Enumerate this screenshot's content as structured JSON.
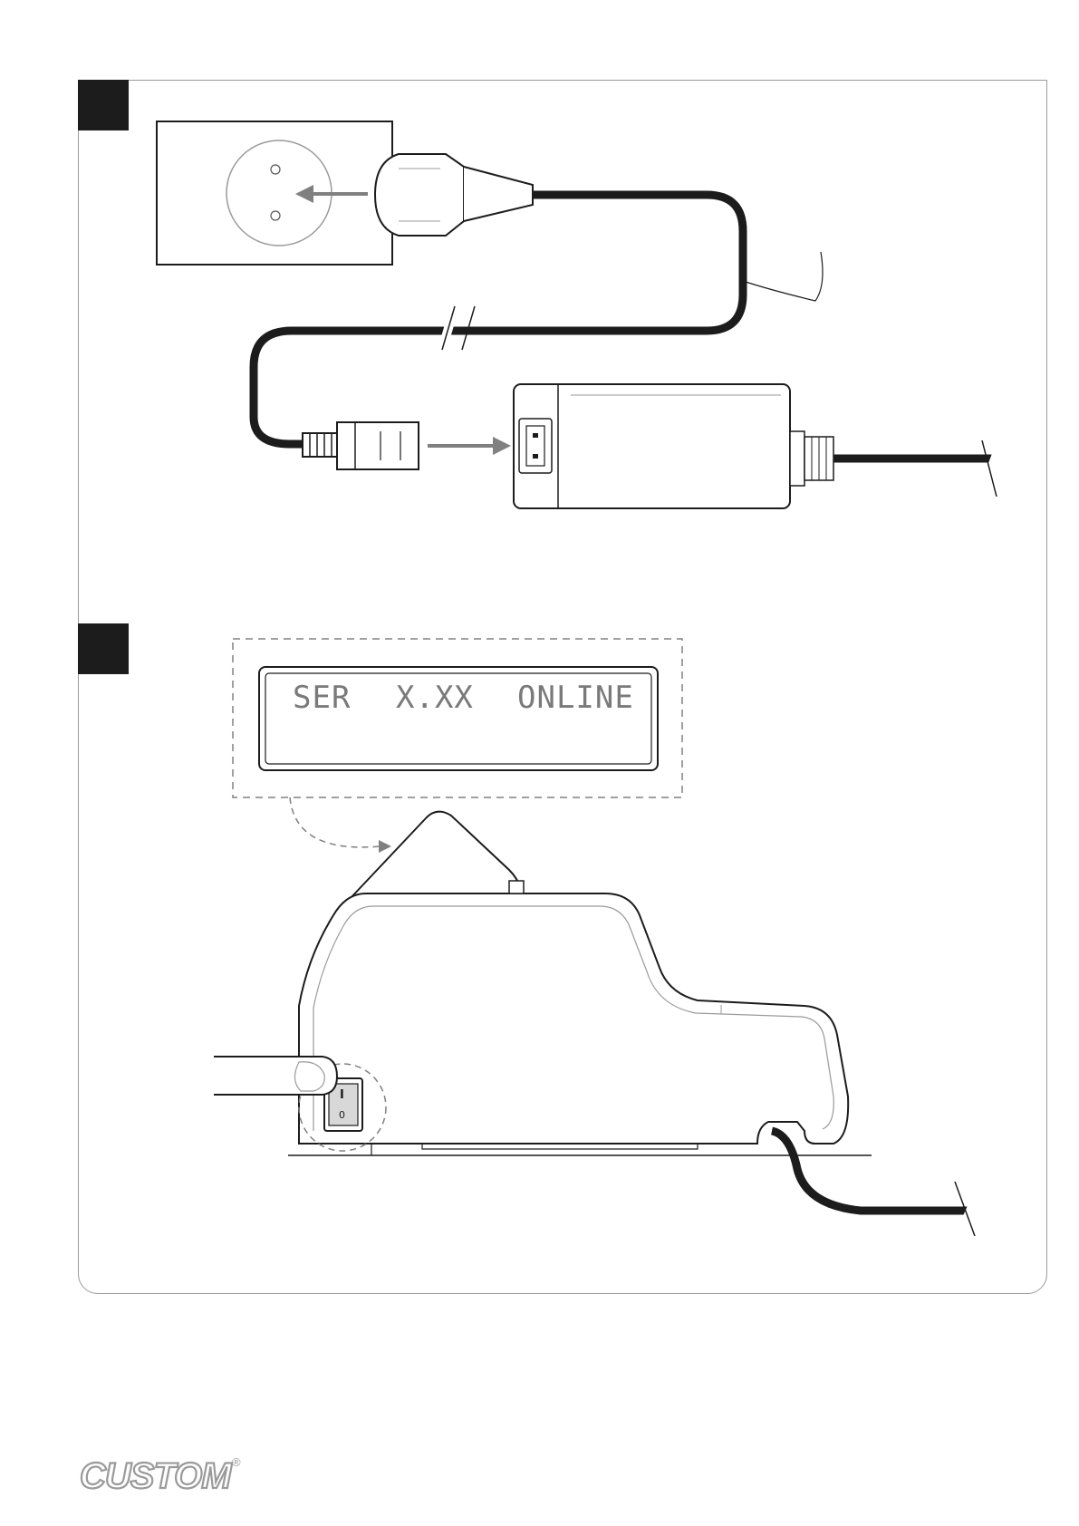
{
  "steps": [
    {
      "id": "connect-power",
      "graphic": "step-marker-block"
    },
    {
      "id": "power-on",
      "graphic": "step-marker-block"
    }
  ],
  "display": {
    "field_1": "SER",
    "field_2": "X.XX",
    "field_3": "ONLINE"
  },
  "power_switch": {
    "on_symbol": "I",
    "off_symbol": "0"
  },
  "brand": {
    "logo_text": "CUSTOM",
    "registered_mark": "®"
  },
  "icons": [
    "wall-socket-icon",
    "plug-icon",
    "power-adapter-icon",
    "iec-connector-icon",
    "printer-icon",
    "finger-icon",
    "power-switch-icon"
  ],
  "colors": {
    "ink": "#1c1c1c",
    "frame": "#9a9a9a",
    "arrow": "#808080",
    "lcd_text": "#7a7a7a"
  }
}
